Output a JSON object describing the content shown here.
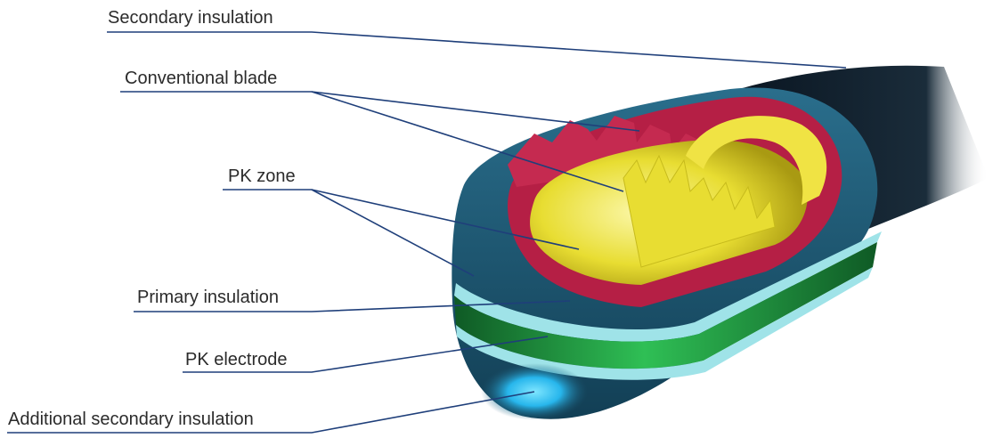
{
  "labels": {
    "secondary_insulation": "Secondary insulation",
    "conventional_blade": "Conventional blade",
    "pk_zone": "PK zone",
    "primary_insulation": "Primary insulation",
    "pk_electrode": "PK electrode",
    "additional_secondary_insulation": "Additional secondary insulation"
  },
  "colors": {
    "leader_line": "#1f3f7a",
    "outer_shaft": "#0d1b28",
    "secondary_insulation": "#1d5670",
    "pk_zone_red": "#b51f45",
    "blade_yellow": "#e8dd32",
    "pk_electrode_green": "#1d8a3c",
    "primary_insulation_light": "#9fe3e8",
    "additional_insulation_glow": "#27b6ec"
  }
}
